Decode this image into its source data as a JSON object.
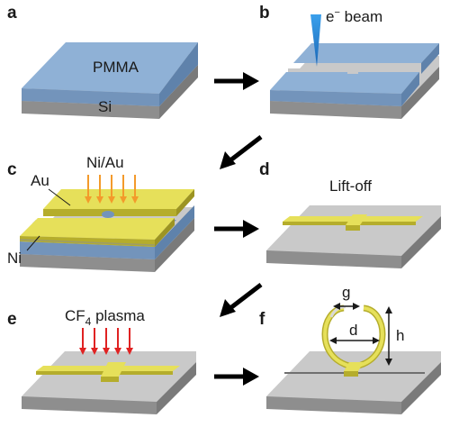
{
  "panels": {
    "a": {
      "letter": "a",
      "pmma": "PMMA",
      "si": "Si"
    },
    "b": {
      "letter": "b",
      "beam_e": "e",
      "beam_sup": "−",
      "beam_rest": " beam"
    },
    "c": {
      "letter": "c",
      "deposit": "Ni/Au",
      "au": "Au",
      "ni": "Ni"
    },
    "d": {
      "letter": "d",
      "caption": "Lift-off"
    },
    "e": {
      "letter": "e",
      "plasma_pre": "CF",
      "plasma_sub": "4",
      "plasma_post": " plasma"
    },
    "f": {
      "letter": "f",
      "g": "g",
      "d": "d",
      "h": "h"
    }
  },
  "colors": {
    "pmma_top": "#8fb1d6",
    "pmma_side": "#7394bb",
    "si_top": "#c9c9c9",
    "si_side": "#8e8e8e",
    "gold": "#e6e05a",
    "gold_dark": "#b5ad2c",
    "nickel": "#9c9c6a",
    "arrow_orange": "#f39a2b",
    "arrow_red": "#e02222",
    "beam": "#2f8fe0"
  }
}
